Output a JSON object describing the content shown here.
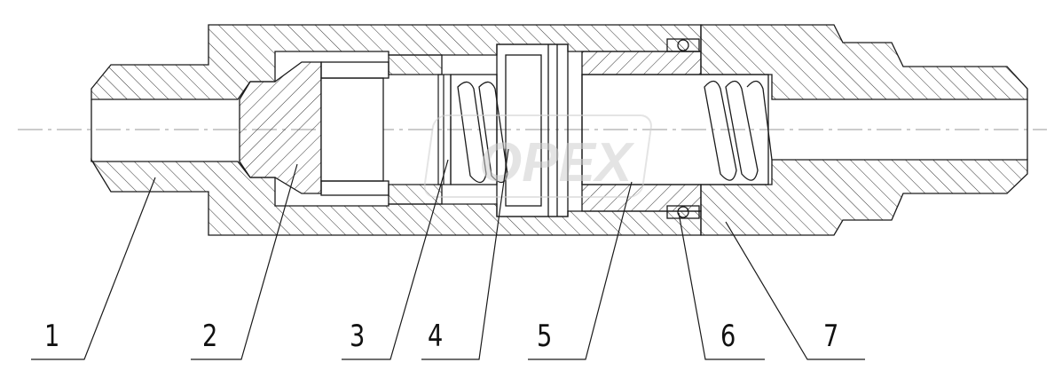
{
  "diagram": {
    "callouts": [
      {
        "id": "1",
        "label": "1"
      },
      {
        "id": "2",
        "label": "2"
      },
      {
        "id": "3",
        "label": "3"
      },
      {
        "id": "4",
        "label": "4"
      },
      {
        "id": "5",
        "label": "5"
      },
      {
        "id": "6",
        "label": "6"
      },
      {
        "id": "7",
        "label": "7"
      }
    ],
    "watermark": "OPEX",
    "colors": {
      "line": "#1a1a1a",
      "hatch": "#333333",
      "centerline": "#9a9a9a",
      "watermark": "#cfcfcf"
    }
  }
}
